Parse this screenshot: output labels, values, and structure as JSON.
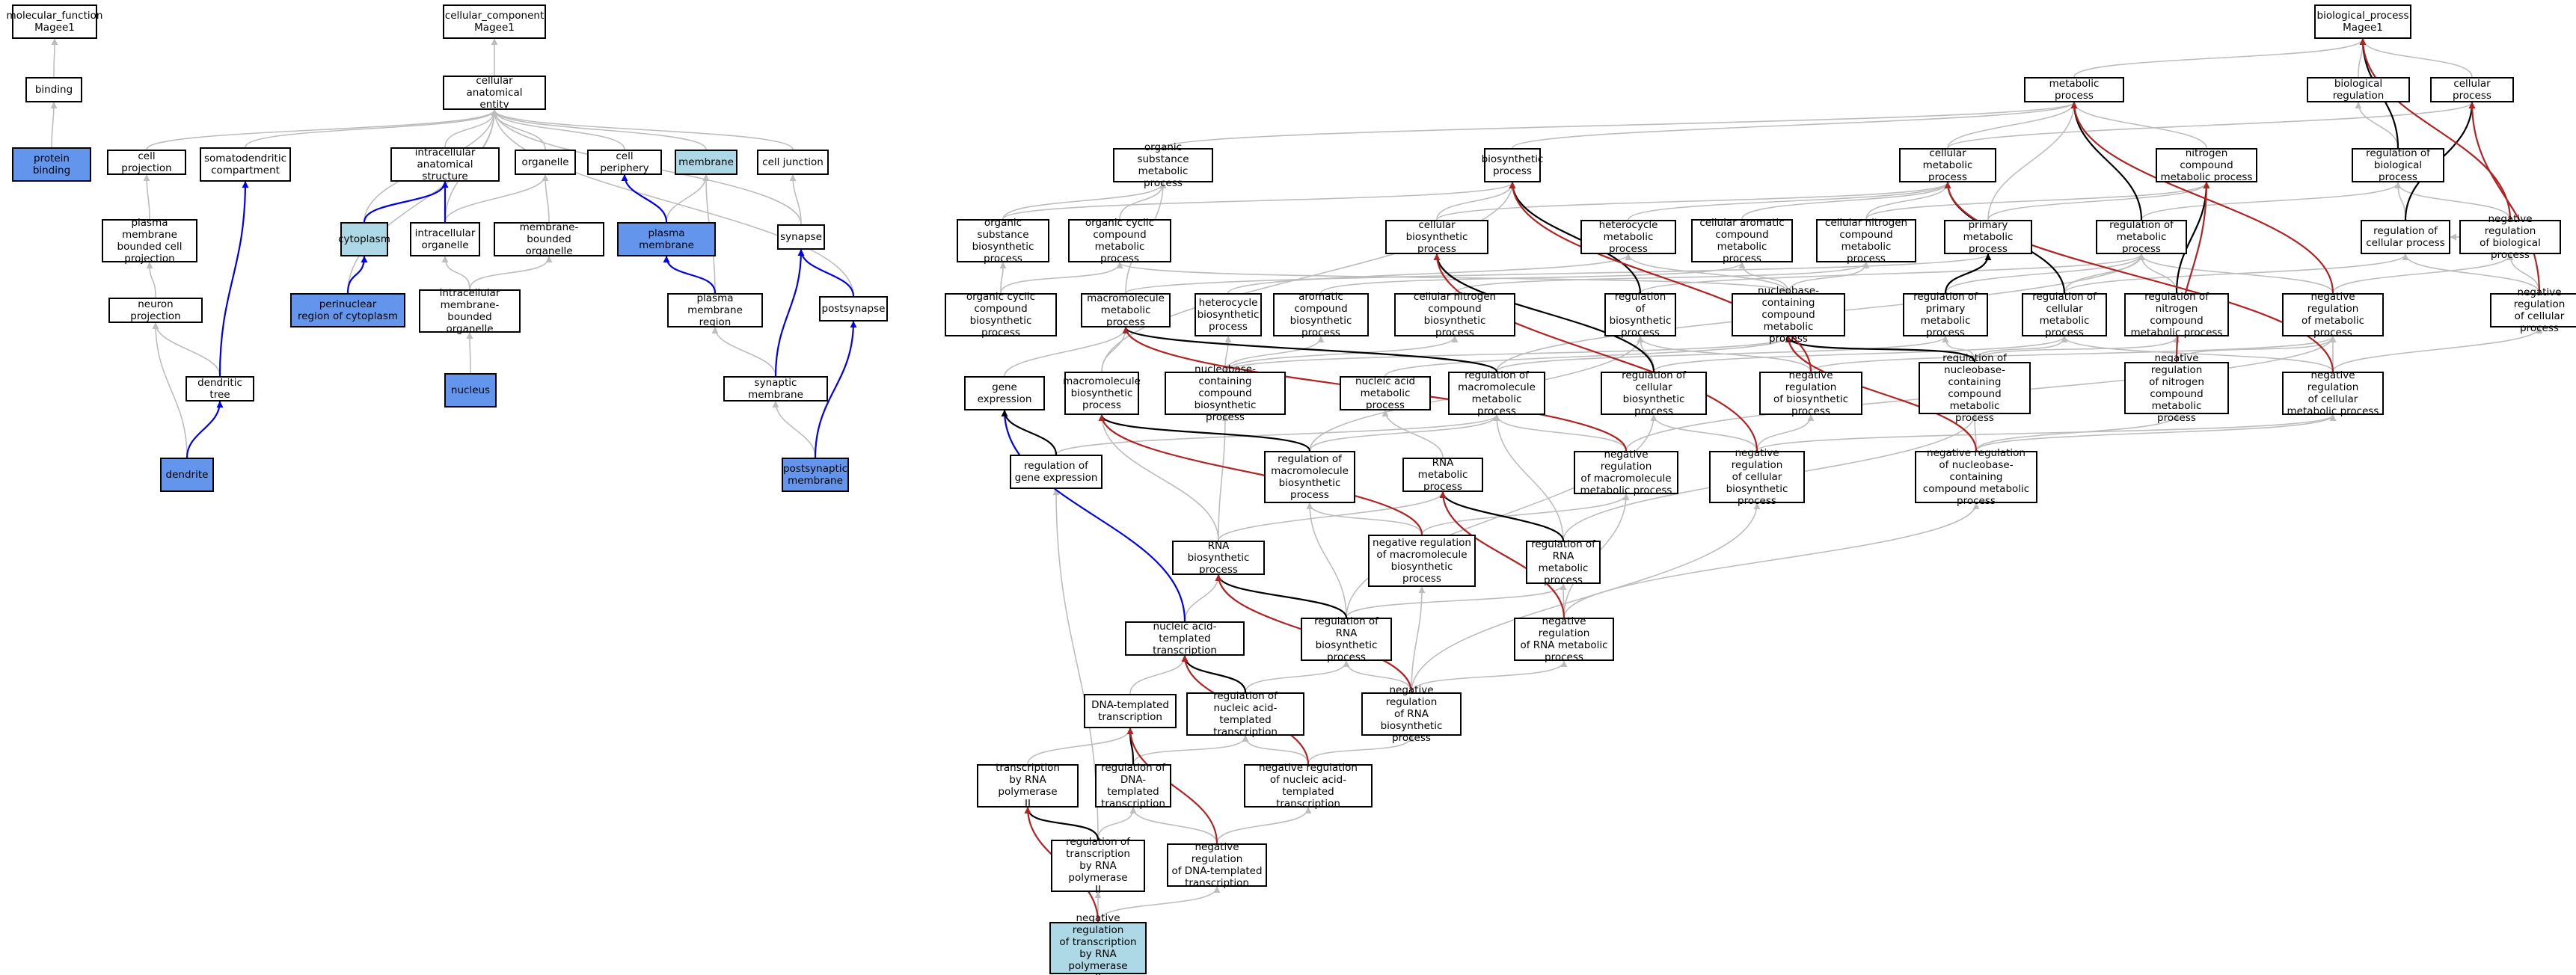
{
  "colors": {
    "gray": "#bdbdbd",
    "black": "#000000",
    "blue": "#0000ee",
    "red": "#b22222",
    "node_blue": "#6495ed",
    "node_light": "#add8e6"
  },
  "nodes": [
    {
      "id": "mf",
      "label": "molecular_function\nMagee1"
    },
    {
      "id": "binding",
      "label": "binding"
    },
    {
      "id": "protein_binding",
      "label": "protein binding",
      "color": "blue"
    },
    {
      "id": "cc",
      "label": "cellular_component\nMagee1"
    },
    {
      "id": "cae",
      "label": "cellular anatomical\nentity"
    },
    {
      "id": "cell_projection",
      "label": "cell projection"
    },
    {
      "id": "somato",
      "label": "somatodendritic\ncompartment"
    },
    {
      "id": "ias",
      "label": "intracellular\nanatomical structure"
    },
    {
      "id": "organelle",
      "label": "organelle"
    },
    {
      "id": "cell_periphery",
      "label": "cell periphery"
    },
    {
      "id": "membrane",
      "label": "membrane",
      "color": "light"
    },
    {
      "id": "cell_junction",
      "label": "cell junction"
    },
    {
      "id": "pmbcp",
      "label": "plasma membrane\nbounded cell\nprojection"
    },
    {
      "id": "cytoplasm",
      "label": "cytoplasm",
      "color": "light"
    },
    {
      "id": "io",
      "label": "intracellular\norganelle"
    },
    {
      "id": "mbo",
      "label": "membrane-bounded\norganelle"
    },
    {
      "id": "pm",
      "label": "plasma membrane",
      "color": "blue"
    },
    {
      "id": "synapse",
      "label": "synapse"
    },
    {
      "id": "neuron_projection",
      "label": "neuron projection"
    },
    {
      "id": "perinuclear",
      "label": "perinuclear\nregion of cytoplasm",
      "color": "blue"
    },
    {
      "id": "imbo",
      "label": "intracellular\nmembrane-bounded\norganelle"
    },
    {
      "id": "pmr",
      "label": "plasma membrane\nregion"
    },
    {
      "id": "postsynapse",
      "label": "postsynapse"
    },
    {
      "id": "dendritic_tree",
      "label": "dendritic tree"
    },
    {
      "id": "nucleus",
      "label": "nucleus",
      "color": "blue"
    },
    {
      "id": "synaptic_membrane",
      "label": "synaptic membrane"
    },
    {
      "id": "dendrite",
      "label": "dendrite",
      "color": "blue"
    },
    {
      "id": "psm",
      "label": "postsynaptic\nmembrane",
      "color": "blue"
    },
    {
      "id": "bp",
      "label": "biological_process\nMagee1"
    },
    {
      "id": "metabolic",
      "label": "metabolic process"
    },
    {
      "id": "bio_reg",
      "label": "biological regulation"
    },
    {
      "id": "cellular_process",
      "label": "cellular process"
    },
    {
      "id": "osmp",
      "label": "organic substance\nmetabolic process"
    },
    {
      "id": "biosynthetic",
      "label": "biosynthetic\nprocess"
    },
    {
      "id": "cmp",
      "label": "cellular metabolic\nprocess"
    },
    {
      "id": "ncmp",
      "label": "nitrogen compound\nmetabolic process"
    },
    {
      "id": "rbp",
      "label": "regulation of\nbiological process"
    },
    {
      "id": "osbp",
      "label": "organic substance\nbiosynthetic\nprocess"
    },
    {
      "id": "occmp",
      "label": "organic cyclic\ncompound metabolic\nprocess"
    },
    {
      "id": "cbp",
      "label": "cellular biosynthetic\nprocess"
    },
    {
      "id": "hmp",
      "label": "heterocycle\nmetabolic process"
    },
    {
      "id": "cacmp",
      "label": "cellular aromatic\ncompound metabolic\nprocess"
    },
    {
      "id": "cncmp",
      "label": "cellular nitrogen\ncompound metabolic\nprocess"
    },
    {
      "id": "pmp",
      "label": "primary metabolic\nprocess"
    },
    {
      "id": "rmp",
      "label": "regulation of\nmetabolic process"
    },
    {
      "id": "rcp",
      "label": "regulation of\ncellular process"
    },
    {
      "id": "nrbp",
      "label": "negative regulation\nof biological\nprocess"
    },
    {
      "id": "occbp",
      "label": "organic cyclic\ncompound biosynthetic\nprocess"
    },
    {
      "id": "mmp",
      "label": "macromolecule\nmetabolic process"
    },
    {
      "id": "hbp",
      "label": "heterocycle\nbiosynthetic\nprocess"
    },
    {
      "id": "acbp",
      "label": "aromatic compound\nbiosynthetic\nprocess"
    },
    {
      "id": "cncbp",
      "label": "cellular nitrogen\ncompound biosynthetic\nprocess"
    },
    {
      "id": "rbsp",
      "label": "regulation of\nbiosynthetic\nprocess"
    },
    {
      "id": "nbcmp",
      "label": "nucleobase-containing\ncompound metabolic\nprocess"
    },
    {
      "id": "rpmp",
      "label": "regulation of\nprimary metabolic\nprocess"
    },
    {
      "id": "rcmp",
      "label": "regulation of\ncellular metabolic\nprocess"
    },
    {
      "id": "rncmp",
      "label": "regulation of\nnitrogen compound\nmetabolic process"
    },
    {
      "id": "nrmp",
      "label": "negative regulation\nof metabolic\nprocess"
    },
    {
      "id": "nrcp",
      "label": "negative regulation\nof cellular\nprocess"
    },
    {
      "id": "gene_expression",
      "label": "gene expression"
    },
    {
      "id": "mbp",
      "label": "macromolecule\nbiosynthetic\nprocess"
    },
    {
      "id": "nbcbp",
      "label": "nucleobase-containing\ncompound biosynthetic\nprocess"
    },
    {
      "id": "namp",
      "label": "nucleic acid\nmetabolic process"
    },
    {
      "id": "rmmp",
      "label": "regulation of\nmacromolecule\nmetabolic process"
    },
    {
      "id": "rcbp",
      "label": "regulation of\ncellular biosynthetic\nprocess"
    },
    {
      "id": "nrbsp",
      "label": "negative regulation\nof biosynthetic\nprocess"
    },
    {
      "id": "rnbcmp",
      "label": "regulation of\nnucleobase-containing\ncompound metabolic\nprocess"
    },
    {
      "id": "nrncmp",
      "label": "negative regulation\nof nitrogen\ncompound metabolic\nprocess"
    },
    {
      "id": "nrcmp",
      "label": "negative regulation\nof cellular\nmetabolic process"
    },
    {
      "id": "rge",
      "label": "regulation of\ngene expression"
    },
    {
      "id": "rmbp",
      "label": "regulation of\nmacromolecule\nbiosynthetic\nprocess"
    },
    {
      "id": "rna_mp",
      "label": "RNA metabolic\nprocess"
    },
    {
      "id": "nrmmp",
      "label": "negative regulation\nof macromolecule\nmetabolic process"
    },
    {
      "id": "nrcbp",
      "label": "negative regulation\nof cellular\nbiosynthetic\nprocess"
    },
    {
      "id": "nrnbcmp",
      "label": "negative regulation\nof nucleobase-containing\ncompound metabolic\nprocess"
    },
    {
      "id": "rna_bp",
      "label": "RNA biosynthetic\nprocess"
    },
    {
      "id": "nrmbp",
      "label": "negative regulation\nof macromolecule\nbiosynthetic\nprocess"
    },
    {
      "id": "rrnamp",
      "label": "regulation of\nRNA metabolic\nprocess"
    },
    {
      "id": "natt",
      "label": "nucleic acid-templated\ntranscription"
    },
    {
      "id": "rrnabp",
      "label": "regulation of\nRNA biosynthetic\nprocess"
    },
    {
      "id": "nrrnamp",
      "label": "negative regulation\nof RNA metabolic\nprocess"
    },
    {
      "id": "dtt",
      "label": "DNA-templated\ntranscription"
    },
    {
      "id": "rnatt",
      "label": "regulation of\nnucleic acid-templated\ntranscription"
    },
    {
      "id": "nrrnabp",
      "label": "negative regulation\nof RNA biosynthetic\nprocess"
    },
    {
      "id": "trp2",
      "label": "transcription\nby RNA polymerase\nII"
    },
    {
      "id": "rdtt",
      "label": "regulation of\nDNA-templated\ntranscription"
    },
    {
      "id": "nrnatt",
      "label": "negative regulation\nof nucleic acid-templated\ntranscription"
    },
    {
      "id": "rtrp2",
      "label": "regulation of\ntranscription\nby RNA polymerase\nII"
    },
    {
      "id": "nrdtt",
      "label": "negative regulation\nof DNA-templated\ntranscription"
    },
    {
      "id": "nrtrp2",
      "label": "negative regulation\nof transcription\nby RNA polymerase\nII",
      "color": "light"
    }
  ],
  "edges": [
    [
      "binding",
      "mf",
      "gray"
    ],
    [
      "protein_binding",
      "binding",
      "gray"
    ],
    [
      "cae",
      "cc",
      "gray"
    ],
    [
      "cell_projection",
      "cae",
      "gray"
    ],
    [
      "somato",
      "cae",
      "gray"
    ],
    [
      "ias",
      "cae",
      "gray"
    ],
    [
      "organelle",
      "cae",
      "gray"
    ],
    [
      "cell_periphery",
      "cae",
      "gray"
    ],
    [
      "membrane",
      "cae",
      "gray"
    ],
    [
      "cell_junction",
      "cae",
      "gray"
    ],
    [
      "cytoplasm",
      "cae",
      "gray"
    ],
    [
      "io",
      "cae",
      "gray"
    ],
    [
      "synapse",
      "cae",
      "gray"
    ],
    [
      "postsynapse",
      "cae",
      "gray"
    ],
    [
      "perinuclear",
      "cae",
      "gray"
    ],
    [
      "pmbcp",
      "cell_projection",
      "gray"
    ],
    [
      "neuron_projection",
      "pmbcp",
      "gray"
    ],
    [
      "dendritic_tree",
      "neuron_projection",
      "gray"
    ],
    [
      "dendrite",
      "neuron_projection",
      "gray"
    ],
    [
      "dendritic_tree",
      "somato",
      "blue"
    ],
    [
      "dendrite",
      "dendritic_tree",
      "blue"
    ],
    [
      "cytoplasm",
      "ias",
      "blue"
    ],
    [
      "io",
      "ias",
      "blue"
    ],
    [
      "perinuclear",
      "cytoplasm",
      "blue"
    ],
    [
      "io",
      "organelle",
      "gray"
    ],
    [
      "mbo",
      "organelle",
      "gray"
    ],
    [
      "imbo",
      "io",
      "gray"
    ],
    [
      "imbo",
      "mbo",
      "gray"
    ],
    [
      "nucleus",
      "imbo",
      "gray"
    ],
    [
      "pm",
      "cell_periphery",
      "blue"
    ],
    [
      "pm",
      "membrane",
      "gray"
    ],
    [
      "pmr",
      "pm",
      "blue"
    ],
    [
      "pmr",
      "membrane",
      "gray"
    ],
    [
      "synapse",
      "cell_junction",
      "gray"
    ],
    [
      "postsynapse",
      "synapse",
      "blue"
    ],
    [
      "synaptic_membrane",
      "synapse",
      "blue"
    ],
    [
      "synaptic_membrane",
      "pmr",
      "gray"
    ],
    [
      "psm",
      "postsynapse",
      "blue"
    ],
    [
      "psm",
      "synaptic_membrane",
      "gray"
    ],
    [
      "metabolic",
      "bp",
      "gray"
    ],
    [
      "bio_reg",
      "bp",
      "gray"
    ],
    [
      "cellular_process",
      "bp",
      "gray"
    ],
    [
      "rbp",
      "bp",
      "black"
    ],
    [
      "nrbp",
      "bp",
      "red"
    ],
    [
      "osmp",
      "metabolic",
      "gray"
    ],
    [
      "biosynthetic",
      "metabolic",
      "gray"
    ],
    [
      "cmp",
      "metabolic",
      "gray"
    ],
    [
      "ncmp",
      "metabolic",
      "gray"
    ],
    [
      "pmp",
      "metabolic",
      "gray"
    ],
    [
      "rmp",
      "metabolic",
      "black"
    ],
    [
      "nrmp",
      "metabolic",
      "red"
    ],
    [
      "rbp",
      "bio_reg",
      "gray"
    ],
    [
      "rcp",
      "rbp",
      "gray"
    ],
    [
      "nrbp",
      "rbp",
      "gray"
    ],
    [
      "rcp",
      "cellular_process",
      "black"
    ],
    [
      "nrcp",
      "cellular_process",
      "red"
    ],
    [
      "cmp",
      "cellular_process",
      "gray"
    ],
    [
      "osbp",
      "osmp",
      "gray"
    ],
    [
      "occmp",
      "osmp",
      "gray"
    ],
    [
      "mmp",
      "osmp",
      "gray"
    ],
    [
      "osbp",
      "biosynthetic",
      "gray"
    ],
    [
      "cbp",
      "biosynthetic",
      "gray"
    ],
    [
      "rbsp",
      "biosynthetic",
      "black"
    ],
    [
      "nrbsp",
      "biosynthetic",
      "red"
    ],
    [
      "cbp",
      "cmp",
      "gray"
    ],
    [
      "hmp",
      "cmp",
      "gray"
    ],
    [
      "cacmp",
      "cmp",
      "gray"
    ],
    [
      "cncmp",
      "cmp",
      "gray"
    ],
    [
      "rcmp",
      "cmp",
      "black"
    ],
    [
      "nrcmp",
      "cmp",
      "red"
    ],
    [
      "rncmp",
      "ncmp",
      "black"
    ],
    [
      "nrncmp",
      "ncmp",
      "red"
    ],
    [
      "cncmp",
      "ncmp",
      "gray"
    ],
    [
      "pmp",
      "ncmp",
      "gray"
    ],
    [
      "rmp",
      "rbp",
      "gray"
    ],
    [
      "nrbp",
      "rcp",
      "gray"
    ],
    [
      "nrcp",
      "rcp",
      "gray"
    ],
    [
      "nrcp",
      "nrbp",
      "gray"
    ],
    [
      "nrmp",
      "nrbp",
      "gray"
    ],
    [
      "nrmp",
      "rmp",
      "gray"
    ],
    [
      "occbp",
      "occmp",
      "gray"
    ],
    [
      "occbp",
      "osbp",
      "gray"
    ],
    [
      "mmp",
      "pmp",
      "gray"
    ],
    [
      "hbp",
      "hmp",
      "gray"
    ],
    [
      "acbp",
      "cacmp",
      "gray"
    ],
    [
      "cncbp",
      "cncmp",
      "gray"
    ],
    [
      "rbsp",
      "rmp",
      "gray"
    ],
    [
      "nbcmp",
      "hmp",
      "gray"
    ],
    [
      "nbcmp",
      "cacmp",
      "gray"
    ],
    [
      "nbcmp",
      "cncmp",
      "gray"
    ],
    [
      "nbcmp",
      "occmp",
      "gray"
    ],
    [
      "rpmp",
      "pmp",
      "black"
    ],
    [
      "rpmp",
      "rmp",
      "gray"
    ],
    [
      "rcmp",
      "rmp",
      "gray"
    ],
    [
      "rcmp",
      "rcp",
      "gray"
    ],
    [
      "rncmp",
      "rmp",
      "gray"
    ],
    [
      "mbp",
      "mmp",
      "gray"
    ],
    [
      "mbp",
      "biosynthetic",
      "gray"
    ],
    [
      "nbcbp",
      "nbcmp",
      "gray"
    ],
    [
      "nbcbp",
      "hbp",
      "gray"
    ],
    [
      "nbcbp",
      "acbp",
      "gray"
    ],
    [
      "nbcbp",
      "cncbp",
      "gray"
    ],
    [
      "namp",
      "nbcmp",
      "gray"
    ],
    [
      "rmmp",
      "mmp",
      "black"
    ],
    [
      "rmmp",
      "rpmp",
      "gray"
    ],
    [
      "rmmp",
      "rmp",
      "gray"
    ],
    [
      "rcbp",
      "cbp",
      "black"
    ],
    [
      "rcbp",
      "rbsp",
      "gray"
    ],
    [
      "rcbp",
      "rcmp",
      "gray"
    ],
    [
      "nrbsp",
      "rbsp",
      "gray"
    ],
    [
      "nrbsp",
      "nrmp",
      "gray"
    ],
    [
      "rnbcmp",
      "nbcmp",
      "black"
    ],
    [
      "rnbcmp",
      "rcmp",
      "gray"
    ],
    [
      "rnbcmp",
      "rpmp",
      "gray"
    ],
    [
      "rnbcmp",
      "rncmp",
      "gray"
    ],
    [
      "nrncmp",
      "rncmp",
      "gray"
    ],
    [
      "nrncmp",
      "nrmp",
      "gray"
    ],
    [
      "nrcmp",
      "rcmp",
      "gray"
    ],
    [
      "nrcmp",
      "nrmp",
      "gray"
    ],
    [
      "nrcmp",
      "nrcp",
      "gray"
    ],
    [
      "gene_expression",
      "mmp",
      "gray"
    ],
    [
      "rge",
      "gene_expression",
      "black"
    ],
    [
      "rge",
      "rmmp",
      "gray"
    ],
    [
      "rmbp",
      "mbp",
      "black"
    ],
    [
      "rmbp",
      "rmmp",
      "gray"
    ],
    [
      "rmbp",
      "rbsp",
      "gray"
    ],
    [
      "rna_mp",
      "namp",
      "gray"
    ],
    [
      "nrmmp",
      "rmmp",
      "gray"
    ],
    [
      "nrmmp",
      "mmp",
      "red"
    ],
    [
      "nrmmp",
      "nrmp",
      "gray"
    ],
    [
      "nrcbp",
      "rcbp",
      "gray"
    ],
    [
      "nrcbp",
      "nrbsp",
      "gray"
    ],
    [
      "nrcbp",
      "cbp",
      "red"
    ],
    [
      "nrcbp",
      "nrcmp",
      "gray"
    ],
    [
      "nrnbcmp",
      "rnbcmp",
      "gray"
    ],
    [
      "nrnbcmp",
      "nbcmp",
      "red"
    ],
    [
      "nrnbcmp",
      "nrcmp",
      "gray"
    ],
    [
      "nrnbcmp",
      "nrncmp",
      "gray"
    ],
    [
      "rna_bp",
      "mbp",
      "gray"
    ],
    [
      "rna_bp",
      "rna_mp",
      "gray"
    ],
    [
      "rna_bp",
      "nbcbp",
      "gray"
    ],
    [
      "nrmbp",
      "rmbp",
      "gray"
    ],
    [
      "nrmbp",
      "mbp",
      "red"
    ],
    [
      "nrmbp",
      "nrmmp",
      "gray"
    ],
    [
      "rrnamp",
      "rna_mp",
      "black"
    ],
    [
      "rrnamp",
      "rmmp",
      "gray"
    ],
    [
      "rrnamp",
      "rnbcmp",
      "gray"
    ],
    [
      "natt",
      "rna_bp",
      "gray"
    ],
    [
      "natt",
      "gene_expression",
      "blue"
    ],
    [
      "rrnabp",
      "rna_bp",
      "black"
    ],
    [
      "rrnabp",
      "rrnamp",
      "gray"
    ],
    [
      "rrnabp",
      "rcbp",
      "gray"
    ],
    [
      "rrnabp",
      "rmbp",
      "gray"
    ],
    [
      "nrrnamp",
      "rrnamp",
      "gray"
    ],
    [
      "nrrnamp",
      "rna_mp",
      "red"
    ],
    [
      "nrrnamp",
      "nrnbcmp",
      "gray"
    ],
    [
      "nrrnamp",
      "nrmmp",
      "gray"
    ],
    [
      "dtt",
      "natt",
      "gray"
    ],
    [
      "rnatt",
      "natt",
      "black"
    ],
    [
      "rnatt",
      "rrnabp",
      "gray"
    ],
    [
      "nrrnabp",
      "rrnabp",
      "gray"
    ],
    [
      "nrrnabp",
      "rna_bp",
      "red"
    ],
    [
      "nrrnabp",
      "nrrnamp",
      "gray"
    ],
    [
      "nrrnabp",
      "nrcbp",
      "gray"
    ],
    [
      "nrrnabp",
      "nrmbp",
      "gray"
    ],
    [
      "trp2",
      "dtt",
      "gray"
    ],
    [
      "rdtt",
      "dtt",
      "black"
    ],
    [
      "rdtt",
      "rnatt",
      "gray"
    ],
    [
      "nrnatt",
      "rnatt",
      "gray"
    ],
    [
      "nrnatt",
      "natt",
      "red"
    ],
    [
      "nrnatt",
      "nrrnabp",
      "gray"
    ],
    [
      "rtrp2",
      "trp2",
      "black"
    ],
    [
      "rtrp2",
      "rdtt",
      "gray"
    ],
    [
      "rtrp2",
      "rge",
      "gray"
    ],
    [
      "nrdtt",
      "rdtt",
      "gray"
    ],
    [
      "nrdtt",
      "dtt",
      "red"
    ],
    [
      "nrdtt",
      "nrnatt",
      "gray"
    ],
    [
      "nrtrp2",
      "rtrp2",
      "gray"
    ],
    [
      "nrtrp2",
      "trp2",
      "red"
    ],
    [
      "nrtrp2",
      "nrdtt",
      "gray"
    ]
  ]
}
